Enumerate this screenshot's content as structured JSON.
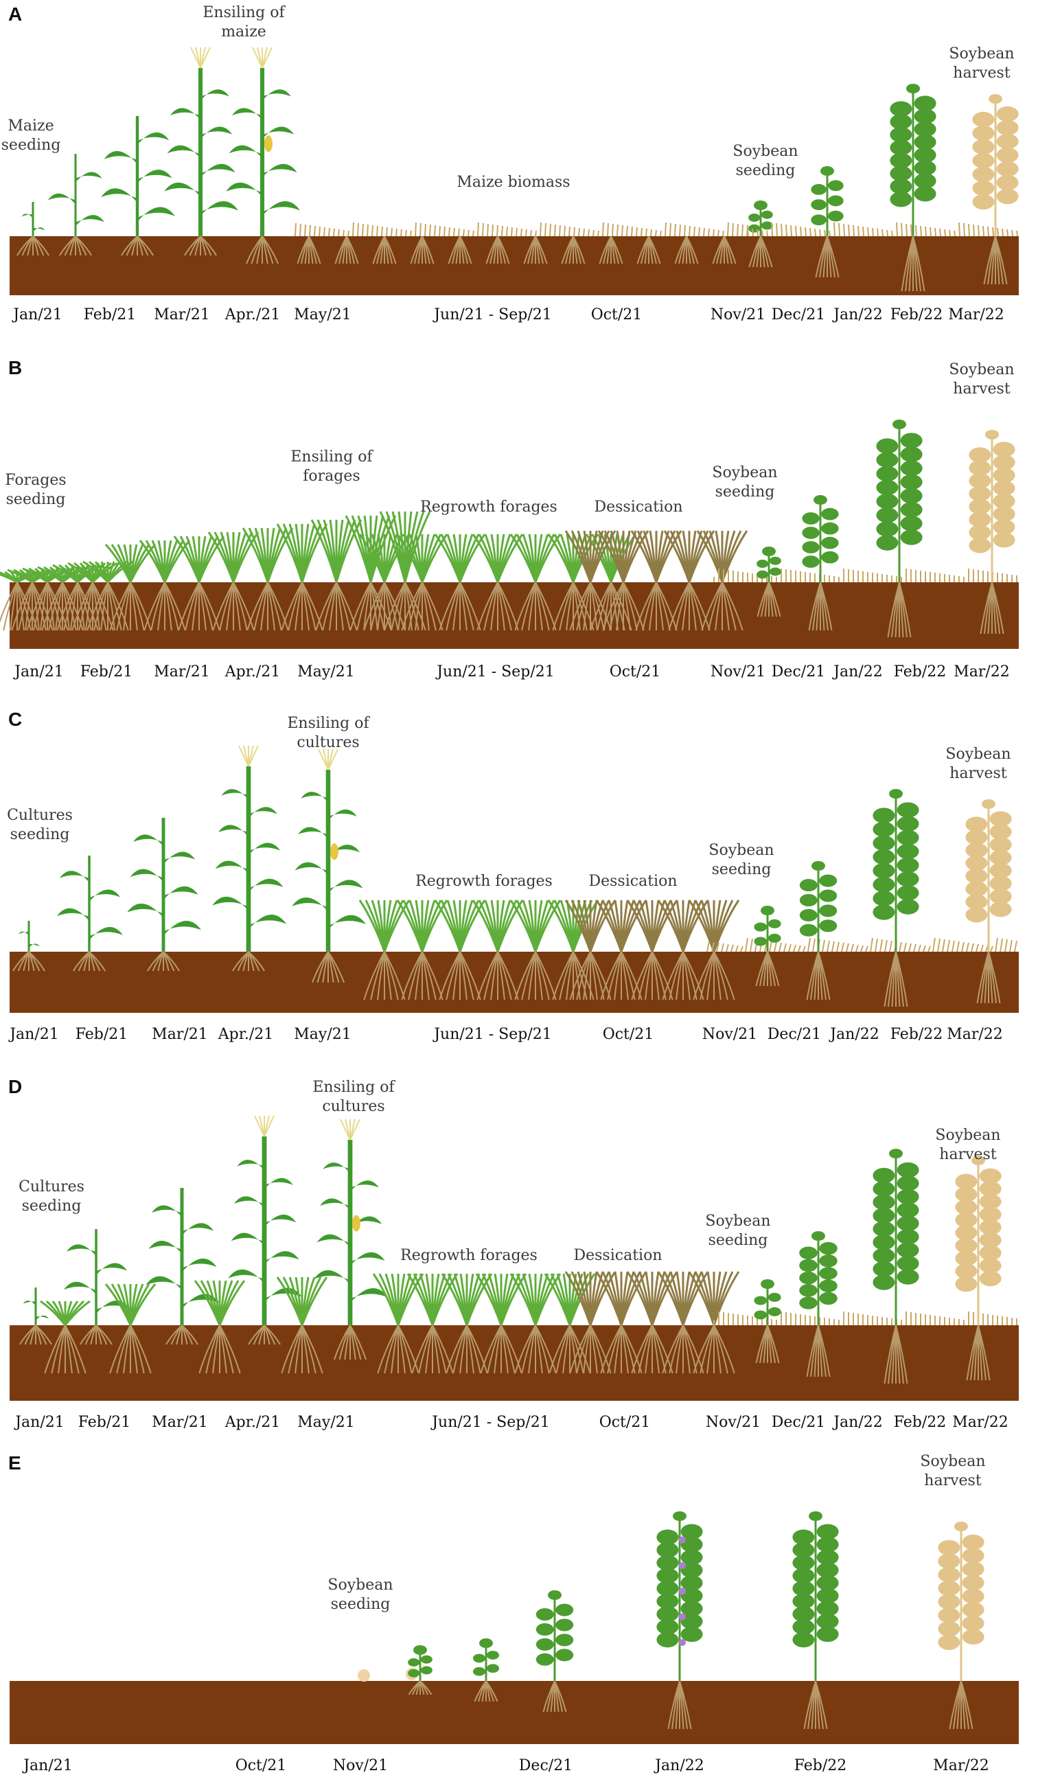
{
  "panels": [
    {
      "letter": "A",
      "stage_labels": [
        "Maize\nseeding",
        "Ensiling of\nmaize",
        "Maize biomass",
        "Soybean\nseeding",
        "Soybean\nharvest"
      ],
      "months": [
        "Jan/21",
        "Feb/21",
        "Mar/21",
        "Apr./21",
        "May/21",
        "Jun/21 - Sep/21",
        "Oct/21",
        "Nov/21",
        "Dec/21",
        "Jan/22",
        "Feb/22",
        "Mar/22"
      ]
    },
    {
      "letter": "B",
      "stage_labels": [
        "Forages\nseeding",
        "Ensiling of\nforages",
        "Regrowth forages",
        "Dessication",
        "Soybean\nseeding",
        "Soybean\nharvest"
      ],
      "months": [
        "Jan/21",
        "Feb/21",
        "Mar/21",
        "Apr./21",
        "May/21",
        "Jun/21 - Sep/21",
        "Oct/21",
        "Nov/21",
        "Dec/21",
        "Jan/22",
        "Feb/22",
        "Mar/22"
      ]
    },
    {
      "letter": "C",
      "stage_labels": [
        "Cultures\nseeding",
        "Ensiling of\ncultures",
        "Regrowth forages",
        "Dessication",
        "Soybean\nseeding",
        "Soybean\nharvest"
      ],
      "months": [
        "Jan/21",
        "Feb/21",
        "Mar/21",
        "Apr./21",
        "May/21",
        "Jun/21 - Sep/21",
        "Oct/21",
        "Nov/21",
        "Dec/21",
        "Jan/22",
        "Feb/22",
        "Mar/22"
      ]
    },
    {
      "letter": "D",
      "stage_labels": [
        "Cultures\nseeding",
        "Ensiling of\ncultures",
        "Regrowth forages",
        "Dessication",
        "Soybean\nseeding",
        "Soybean\nharvest"
      ],
      "months": [
        "Jan/21",
        "Feb/21",
        "Mar/21",
        "Apr./21",
        "May/21",
        "Jun/21 - Sep/21",
        "Oct/21",
        "Nov/21",
        "Dec/21",
        "Jan/22",
        "Feb/22",
        "Mar/22"
      ]
    },
    {
      "letter": "E",
      "stage_labels": [
        "Soybean\nseeding",
        "Soybean\nharvest"
      ],
      "months": [
        "Jan/21",
        "Oct/21",
        "Nov/21",
        "Dec/21",
        "Jan/22",
        "Feb/22",
        "Mar/22"
      ]
    }
  ],
  "colors": {
    "soil": "#7a3a10",
    "maize_green": "#3f9a2e",
    "forage_green": "#5fae3a",
    "dry_straw": "#c9a764",
    "dessicated": "#8f7c45",
    "soybean_green": "#4c9c2f",
    "soybean_mature": "#e2c48a",
    "flower": "#b07ad6",
    "roots": "#b89a6a"
  }
}
